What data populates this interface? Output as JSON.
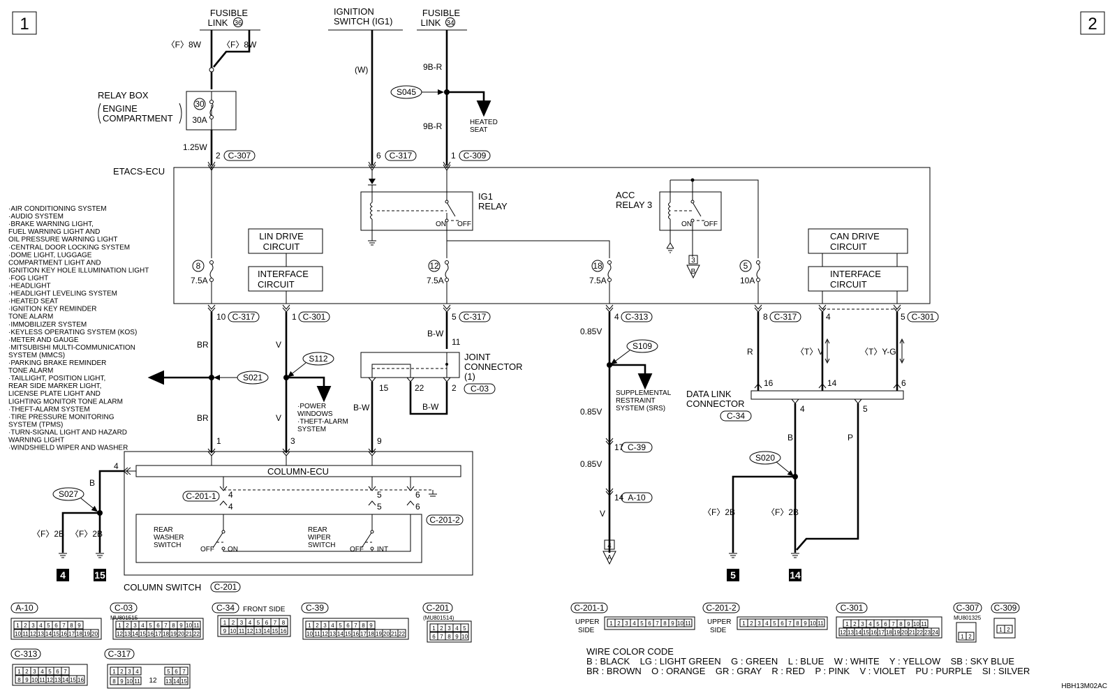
{
  "pages": {
    "left": "1",
    "right": "2"
  },
  "figure_id": "HBH13M02AC",
  "sources": {
    "fusible_link_36": {
      "line1": "FUSIBLE",
      "line2": "LINK",
      "num": "36"
    },
    "ignition_switch": {
      "line1": "IGNITION",
      "line2": "SWITCH (IG1)"
    },
    "fusible_link_34": {
      "line1": "FUSIBLE",
      "line2": "LINK",
      "num": "34"
    }
  },
  "relay_box": {
    "line1": "RELAY BOX",
    "line2": "ENGINE",
    "line3": "COMPARTMENT",
    "fuse_num": "30",
    "fuse_amp": "30A"
  },
  "etacs": {
    "label": "ETACS-ECU",
    "ig1_relay": [
      "IG1",
      "RELAY"
    ],
    "acc_relay": [
      "ACC",
      "RELAY 3"
    ],
    "lin_drive": [
      "LIN DRIVE",
      "CIRCUIT"
    ],
    "interface_left": [
      "INTERFACE",
      "CIRCUIT"
    ],
    "can_drive": [
      "CAN DRIVE",
      "CIRCUIT"
    ],
    "interface_right": [
      "INTERFACE",
      "CIRCUIT"
    ],
    "on": "ON",
    "off": "OFF",
    "fuses": [
      {
        "num": "8",
        "amp": "7.5A"
      },
      {
        "num": "12",
        "amp": "7.5A"
      },
      {
        "num": "18",
        "amp": "7.5A"
      },
      {
        "num": "5",
        "amp": "10A"
      }
    ],
    "ref_3": "3",
    "ref_b": "B"
  },
  "wire_labels": {
    "f8w_a": "〈F〉8W",
    "f8w_b": "〈F〉8W",
    "w": "(W)",
    "b9r_top": "9B-R",
    "b9r_mid": "9B-R",
    "w125": "1.25W",
    "br_top": "BR",
    "br_bot": "BR",
    "v_top": "V",
    "v_bot": "V",
    "bw_top": "B-W",
    "bw_loop": "B-W",
    "bw_bot": "B-W",
    "v085_1": "0.85V",
    "v085_2": "0.85V",
    "v085_3": "0.85V",
    "v_end": "V",
    "r": "R",
    "tv": "〈T〉V",
    "tyg": "〈T〉Y-G",
    "b_dl": "B",
    "p_dl": "P",
    "b_col": "B",
    "f2b_1": "〈F〉2B",
    "f2b_2": "〈F〉2B",
    "f2b_3": "〈F〉2B",
    "f2b_4": "〈F〉2B"
  },
  "pins": {
    "p2": "2",
    "c307": "C-307",
    "p6": "6",
    "c317a": "C-317",
    "p1": "1",
    "c309": "C-309",
    "p10": "10",
    "c317b": "C-317",
    "p1b": "1",
    "c301a": "C-301",
    "p5": "5",
    "c317c": "C-317",
    "p4": "4",
    "c313": "C-313",
    "p8": "8",
    "c317d": "C-317",
    "p4b": "4",
    "p5b": "5",
    "c301b": "C-301",
    "p11": "11",
    "p15": "15",
    "p22": "22",
    "p2b": "2",
    "c03": "C-03",
    "p17": "17",
    "c39": "C-39",
    "p14": "14",
    "a10": "A-10",
    "p16": "16",
    "p14b": "14",
    "p6b": "6",
    "p4c": "4",
    "p5c": "5",
    "col1": "1",
    "col3": "3",
    "col9": "9",
    "col4": "4",
    "sw4a": "4",
    "sw4b": "4",
    "sw5a": "5",
    "sw5b": "5",
    "sw6a": "6",
    "sw6b": "6",
    "c2011": "C-201-1",
    "c2012": "C-201-2"
  },
  "splices": {
    "s045": "S045",
    "s021": "S021",
    "s112": "S112",
    "s109": "S109",
    "s027": "S027",
    "s020": "S020"
  },
  "heated_seat": [
    "HEATED",
    "SEAT"
  ],
  "srs": [
    "SUPPLEMENTAL",
    "RESTRAINT",
    "SYSTEM (SRS)"
  ],
  "power_windows": [
    "·POWER",
    "WINDOWS",
    "·THEFT-ALARM",
    "SYSTEM"
  ],
  "joint_connector": [
    "JOINT",
    "CONNECTOR",
    "(1)"
  ],
  "data_link": {
    "line1": "DATA LINK",
    "line2": "CONNECTOR",
    "conn": "C-34"
  },
  "column_ecu": "COLUMN-ECU",
  "column_switch": {
    "label": "COLUMN SWITCH",
    "conn": "C-201"
  },
  "rear_washer": {
    "l1": "REAR",
    "l2": "WASHER",
    "l3": "SWITCH",
    "off": "OFF",
    "on": "ON"
  },
  "rear_wiper": {
    "l1": "REAR",
    "l2": "WIPER",
    "l3": "SWITCH",
    "off": "OFF",
    "int": "INT"
  },
  "ref_4": "4",
  "ref_a": "A",
  "grounds": {
    "g4": "4",
    "g15": "15",
    "g5": "5",
    "g14": "14"
  },
  "systems": [
    "·AIR CONDITIONING SYSTEM",
    "·AUDIO SYSTEM",
    "·BRAKE WARNING LIGHT,",
    " FUEL WARNING LIGHT AND",
    " OIL PRESSURE WARNING LIGHT",
    "·CENTRAL DOOR LOCKING SYSTEM",
    "·DOME LIGHT, LUGGAGE",
    " COMPARTMENT LIGHT AND",
    " IGNITION KEY HOLE ILLUMINATION LIGHT",
    "·FOG LIGHT",
    "·HEADLIGHT",
    "·HEADLIGHT LEVELING SYSTEM",
    "·HEATED SEAT",
    "·IGNITION KEY REMINDER",
    " TONE ALARM",
    "·IMMOBILIZER SYSTEM",
    "·KEYLESS OPERATING SYSTEM (KOS)",
    "·METER AND GAUGE",
    "·MITSUBISHI MULTI-COMMUNICATION",
    " SYSTEM (MMCS)",
    "·PARKING BRAKE REMINDER",
    " TONE ALARM",
    "·TAILLIGHT, POSITION LIGHT,",
    " REAR SIDE MARKER LIGHT,",
    " LICENSE PLATE LIGHT AND",
    " LIGHTING MONITOR TONE ALARM",
    "·THEFT-ALARM SYSTEM",
    "·TIRE PRESSURE MONITORING",
    " SYSTEM (TPMS)",
    "·TURN-SIGNAL LIGHT AND HAZARD",
    " WARNING LIGHT",
    "·WINDSHIELD WIPER AND WASHER"
  ],
  "connectors": {
    "a10": {
      "name": "A-10",
      "top": [
        "1",
        "2",
        "3",
        "4",
        "5",
        "6",
        "7",
        "8",
        "9"
      ],
      "bot": [
        "10",
        "11",
        "12",
        "13",
        "14",
        "15",
        "16",
        "17",
        "18",
        "19",
        "20"
      ]
    },
    "c03": {
      "name": "C-03",
      "part": "MU801515",
      "top": [
        "1",
        "2",
        "3",
        "4",
        "5",
        "6",
        "7",
        "8",
        "9",
        "10",
        "11"
      ],
      "bot": [
        "12",
        "13",
        "14",
        "15",
        "16",
        "17",
        "18",
        "19",
        "20",
        "21",
        "22"
      ]
    },
    "c34": {
      "name": "C-34",
      "note": "FRONT SIDE",
      "top": [
        "1",
        "2",
        "3",
        "4",
        "5",
        "6",
        "7",
        "8"
      ],
      "bot": [
        "9",
        "10",
        "11",
        "12",
        "13",
        "14",
        "15",
        "16"
      ]
    },
    "c39": {
      "name": "C-39",
      "top": [
        "1",
        "2",
        "3",
        "4",
        "5",
        "6",
        "7",
        "8",
        "9"
      ],
      "bot": [
        "10",
        "11",
        "12",
        "13",
        "14",
        "15",
        "16",
        "17",
        "18",
        "19",
        "20",
        "21",
        "22"
      ]
    },
    "c201": {
      "name": "C-201",
      "part": "(MU801514)",
      "top": [
        "1",
        "2",
        "3",
        "4",
        "5"
      ],
      "bot": [
        "6",
        "7",
        "8",
        "9",
        "10"
      ]
    },
    "c313": {
      "name": "C-313",
      "top": [
        "1",
        "2",
        "3",
        "4",
        "5",
        "6",
        "7"
      ],
      "bot": [
        "8",
        "9",
        "10",
        "11",
        "12",
        "13",
        "14",
        "15",
        "16"
      ]
    },
    "c317": {
      "name": "C-317",
      "top": [
        "1",
        "2",
        "3",
        "4",
        "5",
        "6",
        "7"
      ],
      "bot": [
        "8",
        "9",
        "10",
        "11",
        "13",
        "14",
        "15"
      ],
      "mid": "12"
    },
    "c2011": {
      "name": "C-201-1",
      "side": [
        "UPPER",
        "SIDE"
      ],
      "pins": [
        "1",
        "2",
        "3",
        "4",
        "5",
        "6",
        "7",
        "8",
        "9",
        "10",
        "11"
      ]
    },
    "c2012": {
      "name": "C-201-2",
      "side": [
        "UPPER",
        "SIDE"
      ],
      "pins": [
        "1",
        "2",
        "3",
        "4",
        "5",
        "6",
        "7",
        "8",
        "9",
        "10",
        "11"
      ]
    },
    "c301": {
      "name": "C-301",
      "top": [
        "1",
        "2",
        "3",
        "4",
        "5",
        "6",
        "7",
        "8",
        "9",
        "10",
        "11"
      ],
      "bot": [
        "12",
        "13",
        "14",
        "15",
        "16",
        "17",
        "18",
        "19",
        "20",
        "21",
        "22",
        "23",
        "24"
      ]
    },
    "c307": {
      "name": "C-307",
      "part": "MU801325",
      "pins": [
        "1",
        "2"
      ]
    },
    "c309": {
      "name": "C-309",
      "pins": [
        "1",
        "2"
      ]
    }
  },
  "wire_color_code": {
    "title": "WIRE COLOR CODE",
    "row1": "B : BLACK    LG : LIGHT GREEN    G : GREEN    L : BLUE    W : WHITE    Y : YELLOW    SB : SKY BLUE",
    "row2": "BR : BROWN    O : ORANGE    GR : GRAY    R : RED    P : PINK    V : VIOLET    PU : PURPLE    SI : SILVER"
  }
}
